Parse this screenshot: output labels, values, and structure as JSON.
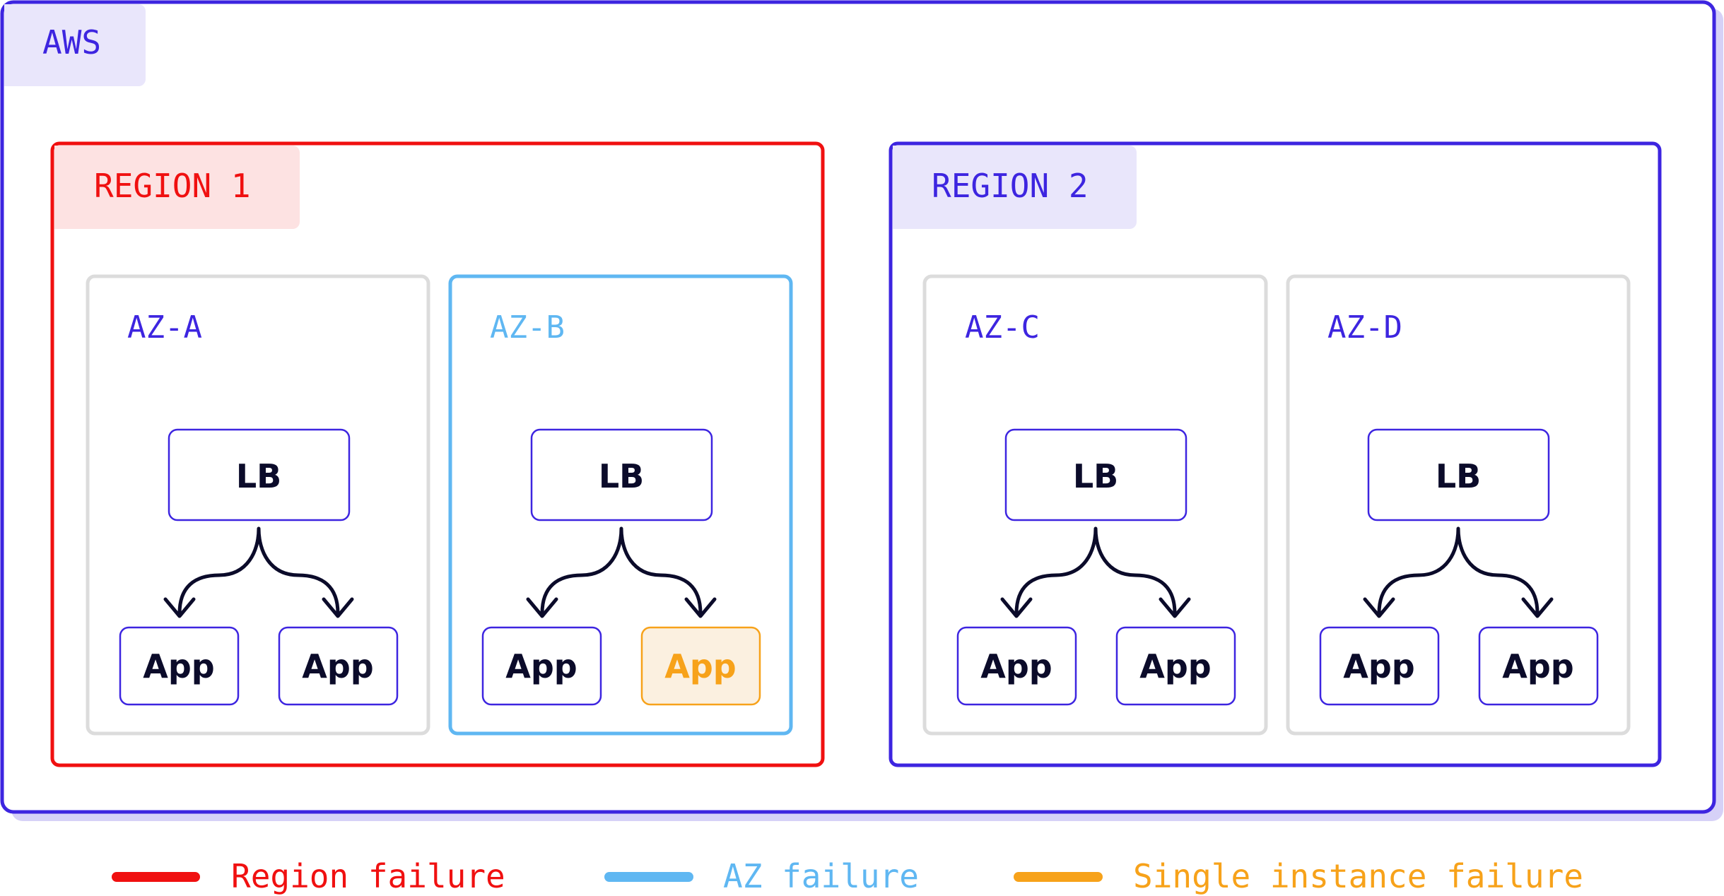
{
  "colors": {
    "primary": "#3d25e0",
    "primary_tint": "#e9e6fb",
    "primary_shadow": "#d6d1f7",
    "region_failure": "#f01010",
    "region_failure_tint": "#fde2e2",
    "az_failure": "#5fb7f2",
    "instance_failure": "#f7a21a",
    "instance_failure_tint": "#fbf0e0",
    "az_border": "#dcdcdc",
    "text_dark": "#0b0b2a"
  },
  "aws": {
    "label": "AWS"
  },
  "regions": [
    {
      "label": "REGION 1",
      "status": "region-failure",
      "azs": [
        {
          "label": "AZ-A",
          "status": "normal",
          "lb": "LB",
          "apps": [
            {
              "label": "App",
              "status": "normal"
            },
            {
              "label": "App",
              "status": "normal"
            }
          ]
        },
        {
          "label": "AZ-B",
          "status": "az-failure",
          "lb": "LB",
          "apps": [
            {
              "label": "App",
              "status": "normal"
            },
            {
              "label": "App",
              "status": "instance-failure"
            }
          ]
        }
      ]
    },
    {
      "label": "REGION 2",
      "status": "normal",
      "azs": [
        {
          "label": "AZ-C",
          "status": "normal",
          "lb": "LB",
          "apps": [
            {
              "label": "App",
              "status": "normal"
            },
            {
              "label": "App",
              "status": "normal"
            }
          ]
        },
        {
          "label": "AZ-D",
          "status": "normal",
          "lb": "LB",
          "apps": [
            {
              "label": "App",
              "status": "normal"
            },
            {
              "label": "App",
              "status": "normal"
            }
          ]
        }
      ]
    }
  ],
  "legend": [
    {
      "label": "Region failure",
      "status": "region-failure"
    },
    {
      "label": "AZ failure",
      "status": "az-failure"
    },
    {
      "label": "Single instance failure",
      "status": "instance-failure"
    }
  ]
}
